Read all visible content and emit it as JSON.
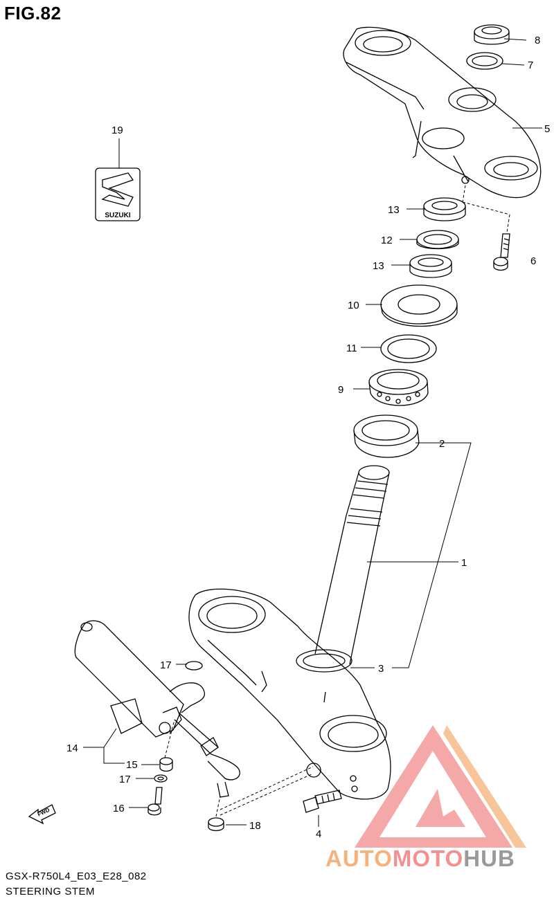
{
  "figure": {
    "title": "FIG.82",
    "code": "GSX-R750L4_E03_E28_082",
    "name": "STEERING STEM"
  },
  "emblem": {
    "text": "SUZUKI"
  },
  "fwd_arrow": {
    "text": "FWD"
  },
  "watermark": {
    "part1": "AUTO",
    "part2": "MOTO",
    "part3": "HUB"
  },
  "callouts": [
    {
      "id": "c8",
      "label": "8"
    },
    {
      "id": "c7",
      "label": "7"
    },
    {
      "id": "c5",
      "label": "5"
    },
    {
      "id": "c19",
      "label": "19"
    },
    {
      "id": "c13a",
      "label": "13"
    },
    {
      "id": "c12",
      "label": "12"
    },
    {
      "id": "c13b",
      "label": "13"
    },
    {
      "id": "c6",
      "label": "6"
    },
    {
      "id": "c10",
      "label": "10"
    },
    {
      "id": "c11",
      "label": "11"
    },
    {
      "id": "c9",
      "label": "9"
    },
    {
      "id": "c2",
      "label": "2"
    },
    {
      "id": "c1",
      "label": "1"
    },
    {
      "id": "c3",
      "label": "3"
    },
    {
      "id": "c17a",
      "label": "17"
    },
    {
      "id": "c14",
      "label": "14"
    },
    {
      "id": "c15",
      "label": "15"
    },
    {
      "id": "c17b",
      "label": "17"
    },
    {
      "id": "c16",
      "label": "16"
    },
    {
      "id": "c18",
      "label": "18"
    },
    {
      "id": "c4",
      "label": "4"
    }
  ],
  "colors": {
    "line": "#000000",
    "watermark_triangle": "#f28b8b"
  }
}
